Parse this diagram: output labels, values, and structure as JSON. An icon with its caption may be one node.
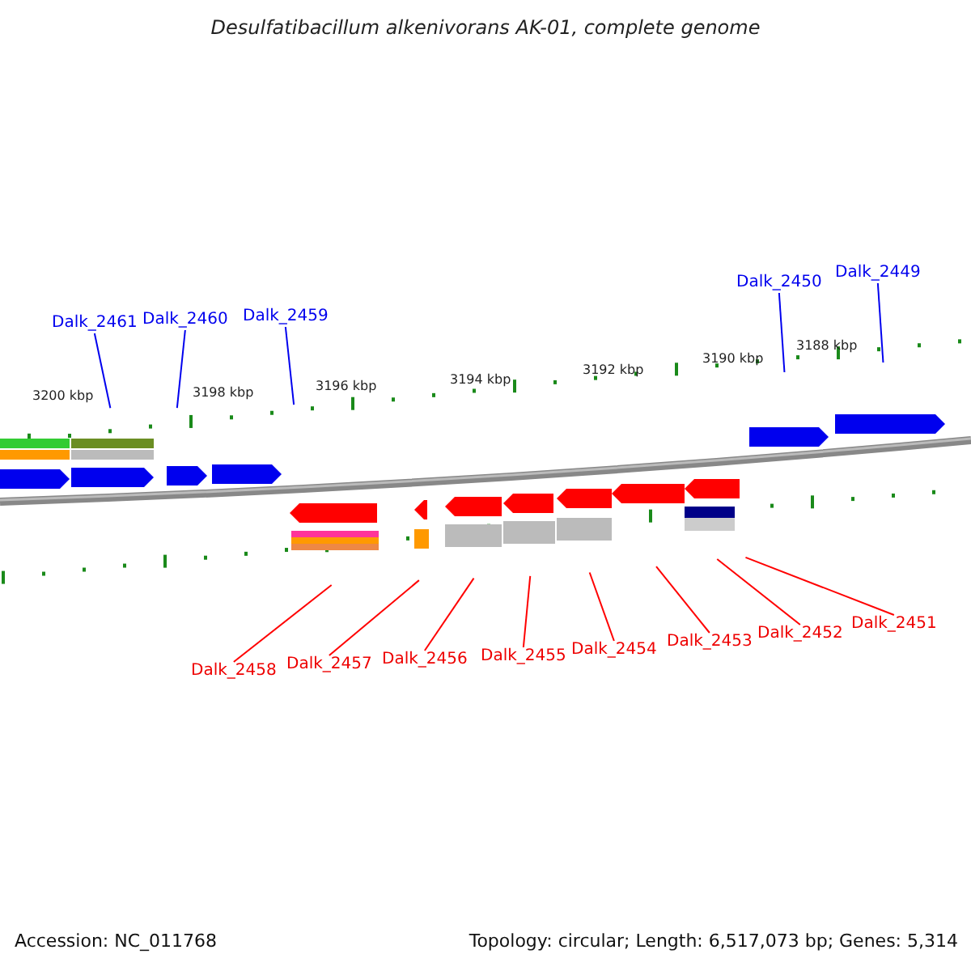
{
  "diagram": {
    "title": "Desulfatibacillum alkenivorans AK-01, complete genome",
    "nodes": [
      {
        "text": [
          "Dalk_2461"
        ]
      },
      {
        "text": [
          "Dalk_2460"
        ]
      },
      {
        "text": [
          "Dalk_2459"
        ]
      },
      {
        "text": [
          "Dalk_2450"
        ]
      },
      {
        "text": [
          "Dalk_2449"
        ]
      },
      {
        "text": [
          "Dalk_2458"
        ]
      },
      {
        "text": [
          "Dalk_2457"
        ]
      },
      {
        "text": [
          "Dalk_2456"
        ]
      },
      {
        "text": [
          "Dalk_2455"
        ]
      },
      {
        "text": [
          "Dalk_2454"
        ]
      },
      {
        "text": [
          "Dalk_2453"
        ]
      },
      {
        "text": [
          "Dalk_2452"
        ]
      },
      {
        "text": [
          "Dalk_2451"
        ]
      }
    ],
    "edges": [
      {
        "from": 0,
        "to": null,
        "arrow": "none",
        "color": "#0000ee"
      },
      {
        "from": 1,
        "to": null,
        "arrow": "none",
        "color": "#0000ee"
      },
      {
        "from": 2,
        "to": null,
        "arrow": "none",
        "color": "#0000ee"
      },
      {
        "from": 3,
        "to": null,
        "arrow": "none",
        "color": "#0000ee"
      },
      {
        "from": 4,
        "to": null,
        "arrow": "none",
        "color": "#0000ee"
      },
      {
        "from": 5,
        "to": null,
        "arrow": "none",
        "color": "#ff0000"
      },
      {
        "from": 6,
        "to": null,
        "arrow": "none",
        "color": "#ff0000"
      },
      {
        "from": 7,
        "to": null,
        "arrow": "none",
        "color": "#ff0000"
      },
      {
        "from": 8,
        "to": null,
        "arrow": "none",
        "color": "#ff0000"
      },
      {
        "from": 9,
        "to": null,
        "arrow": "none",
        "color": "#ff0000"
      },
      {
        "from": 10,
        "to": null,
        "arrow": "none",
        "color": "#ff0000"
      },
      {
        "from": 11,
        "to": null,
        "arrow": "none",
        "color": "#ff0000"
      },
      {
        "from": 12,
        "to": null,
        "arrow": "none",
        "color": "#ff0000"
      }
    ],
    "labels": [
      "3200 kbp",
      "3198 kbp",
      "3196 kbp",
      "3194 kbp",
      "3192 kbp",
      "3190 kbp",
      "3188 kbp",
      "Accession: NC_011768",
      "Topology: circular; Length: 6,517,073 bp; Genes: 5,314"
    ]
  }
}
